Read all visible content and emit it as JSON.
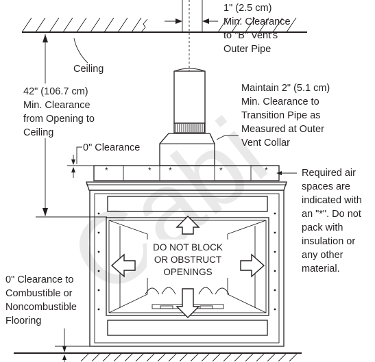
{
  "watermark": "Cabi",
  "labels": {
    "ceiling": "Ceiling",
    "vent_clearance": [
      "1\" (2.5 cm)",
      "Min. Clearance",
      "to  \"B\" Vent's",
      "Outer Pipe"
    ],
    "ceiling_clearance": [
      "42\" (106.7 cm)",
      "Min. Clearance",
      "from Opening to",
      "Ceiling"
    ],
    "transition_clearance": [
      "Maintain 2\" (5.1 cm)",
      "Min. Clearance to",
      "Transition Pipe as",
      "Measured at Outer",
      "Vent Collar"
    ],
    "top_clearance": "0\" Clearance",
    "air_spaces": [
      "Required air",
      "spaces are",
      "indicated with",
      "an \"*\". Do not",
      "pack with",
      "insulation or",
      "any other",
      "material."
    ],
    "floor_clearance": [
      "0\" Clearance to",
      "Combustible or",
      "Noncombustible",
      "Flooring"
    ],
    "warning": [
      "DO NOT BLOCK",
      "OR OBSTRUCT",
      "OPENINGS"
    ],
    "air_space_marker": "*"
  },
  "colors": {
    "line": "#231f20",
    "watermark": "#e9e9e9",
    "background": "#ffffff"
  }
}
